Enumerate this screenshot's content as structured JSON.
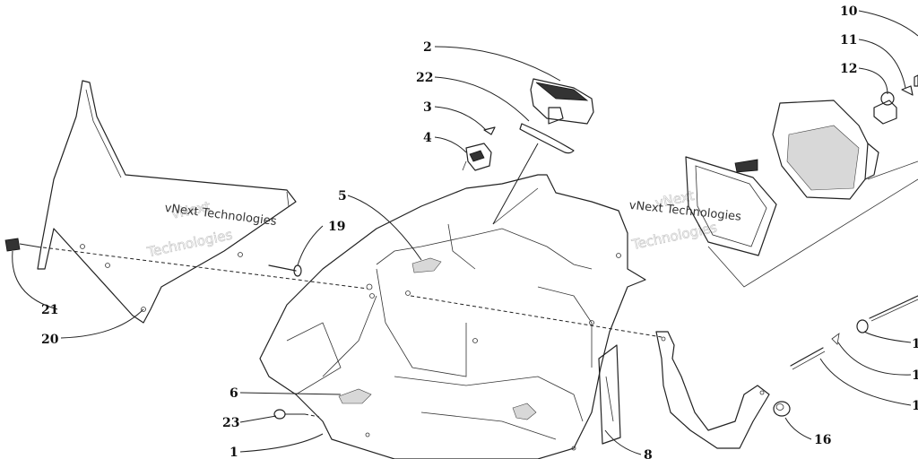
{
  "callouts": {
    "c1": "1",
    "c2": "2",
    "c3": "3",
    "c4": "4",
    "c5": "5",
    "c6": "6",
    "c8": "8",
    "c10": "10",
    "c11": "11",
    "c12": "12",
    "c16": "16",
    "c19": "19",
    "c20": "20",
    "c21": "21",
    "c22": "22",
    "c23": "23",
    "c_r1": "1",
    "c_r2": "1",
    "c_r3": "1"
  },
  "watermark": {
    "line1": "vNext Technologies",
    "line2": "vNext Technologies",
    "outline_a": "vNext",
    "outline_b": "Technologies"
  }
}
